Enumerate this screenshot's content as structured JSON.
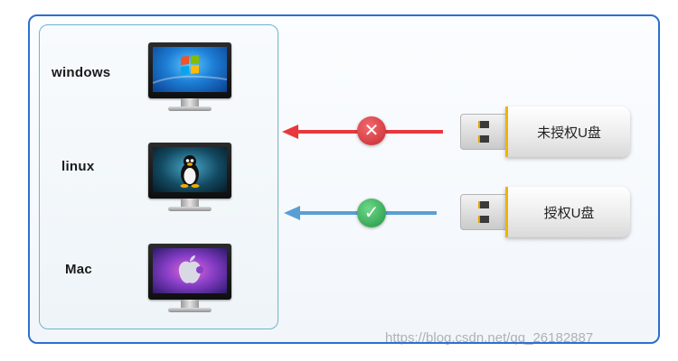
{
  "os_list": [
    {
      "label": "windows"
    },
    {
      "label": "linux"
    },
    {
      "label": "Mac"
    }
  ],
  "usb_drives": [
    {
      "label": "未授权U盘",
      "status": "rejected"
    },
    {
      "label": "授权U盘",
      "status": "accepted"
    }
  ],
  "icons": {
    "reject": "✕",
    "accept": "✓"
  },
  "colors": {
    "frame": "#2d6fd0",
    "reject_arrow": "#e8383d",
    "accept_arrow": "#5a9fd4",
    "reject_icon": "#d83a3f",
    "accept_icon": "#2fa84f"
  },
  "watermark": "https://blog.csdn.net/qq_26182887"
}
